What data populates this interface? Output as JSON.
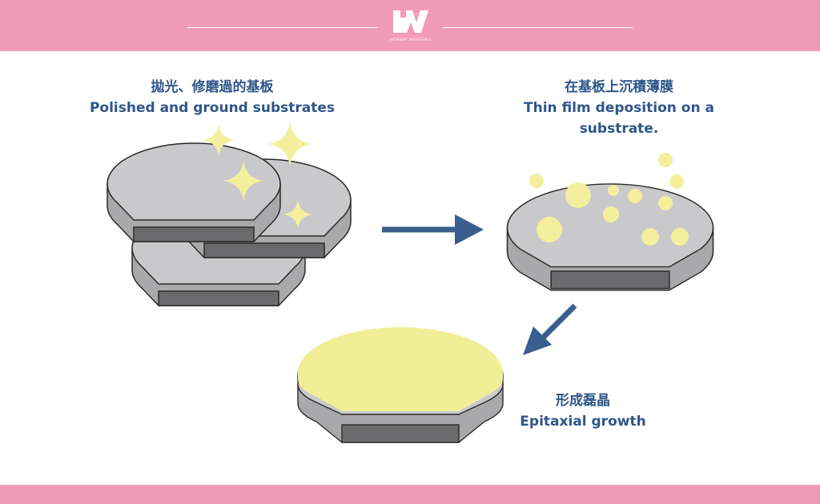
{
  "header": {
    "logo_mark": "HW",
    "logo_text": "HOWWAY MATERIALS"
  },
  "steps": [
    {
      "zh": "拋光、修磨過的基板",
      "en": "Polished and ground substrates"
    },
    {
      "zh": "在基板上沉積薄膜",
      "en_line1": "Thin film deposition on a",
      "en_line2": "substrate."
    },
    {
      "zh": "形成磊晶",
      "en": "Epitaxial growth"
    }
  ],
  "colors": {
    "band_pink": "#f29bb9",
    "label_blue": "#2f5688",
    "arrow_blue": "#3a5f8e",
    "disk_top": "#c9c9cb",
    "disk_side": "#a9a9ab",
    "disk_flat": "#6b6b6d",
    "sparkle_yellow": "#f4ef9c",
    "film_yellow": "#f2ee98"
  },
  "icons": [
    "sparkle-icon",
    "arrow-right-icon",
    "arrow-down-left-icon"
  ]
}
